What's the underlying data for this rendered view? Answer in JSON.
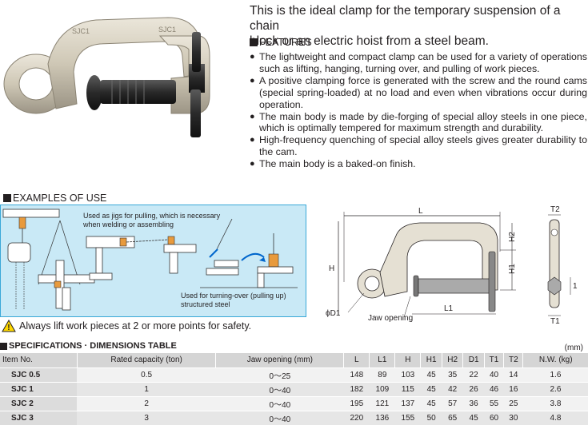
{
  "intro": {
    "line1": "This is the ideal clamp for the temporary suspension of a chain",
    "line2": "block or an electric hoist from a steel beam."
  },
  "features": {
    "heading": "FEATURES",
    "items": [
      "The lightweight and compact clamp can be used for a variety of operations such as lifting, hanging, turning over, and pulling of work pieces.",
      "A positive clamping force is generated with the screw and the round cams (special spring-loaded) at no load and even when vibrations occur during operation.",
      "The main body is made by die-forging of special alloy steels in one piece, which is optimally tempered for maximum strength and durability.",
      "High-frequency quenching of special alloy steels gives greater durability to the cam.",
      "The main body is a baked-on finish."
    ]
  },
  "product_photo": {
    "body_marking_left": "SJC1",
    "body_marking_right": "SJC1"
  },
  "examples": {
    "heading": "EXAMPLES OF USE",
    "note_jigs": [
      "Used as jigs for pulling, which is necessary",
      "when welding or assembling"
    ],
    "note_turnover": [
      "Used for turning-over (pulling up)",
      "structured steel"
    ]
  },
  "dimension_drawing": {
    "L": "L",
    "L1": "L1",
    "H": "H",
    "H1": "H1",
    "H2": "H2",
    "T1": "T1",
    "T2": "T2",
    "D1": "ϕD1",
    "jaw_opening": "Jaw opening"
  },
  "warning": {
    "text": "Always lift work pieces at 2 or more points for safety."
  },
  "specs": {
    "heading": "SPECIFICATIONS · DIMENSIONS TABLE",
    "unit": "(mm)",
    "columns": [
      "Item No.",
      "Rated capacity (ton)",
      "Jaw opening (mm)",
      "L",
      "L1",
      "H",
      "H1",
      "H2",
      "D1",
      "T1",
      "T2",
      "N.W. (kg)"
    ],
    "rows": [
      [
        "SJC 0.5",
        "0.5",
        "0～25",
        "148",
        "89",
        "103",
        "45",
        "35",
        "22",
        "40",
        "14",
        "1.6"
      ],
      [
        "SJC 1",
        "1",
        "0～40",
        "182",
        "109",
        "115",
        "45",
        "42",
        "26",
        "46",
        "16",
        "2.6"
      ],
      [
        "SJC 2",
        "2",
        "0～40",
        "195",
        "121",
        "137",
        "45",
        "57",
        "36",
        "55",
        "25",
        "3.8"
      ],
      [
        "SJC 3",
        "3",
        "0～40",
        "220",
        "136",
        "155",
        "50",
        "65",
        "45",
        "60",
        "30",
        "4.8"
      ]
    ]
  },
  "colors": {
    "examples_panel_bg": "#c9e9f6",
    "examples_panel_border": "#3aa8d8",
    "clamp_body": "#cfc8b8",
    "highlight": "#e89a3c",
    "warning_yellow": "#ffd800"
  }
}
